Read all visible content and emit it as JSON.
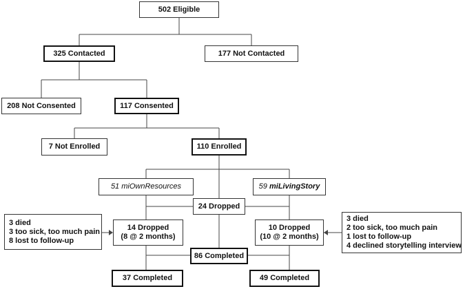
{
  "nodes": {
    "eligible": "502 Eligible",
    "contacted": "325 Contacted",
    "not_contacted": "177 Not Contacted",
    "not_consented": "208 Not Consented",
    "consented": "117 Consented",
    "not_enrolled": "7 Not Enrolled",
    "enrolled": "110 Enrolled",
    "arm_a": {
      "count": "51",
      "name": "miOwnResources"
    },
    "arm_b": {
      "count": "59",
      "name": "miLivingStory"
    },
    "total_dropped": "24 Dropped",
    "dropped_a": {
      "line1": "14 Dropped",
      "line2": "(8 @ 2 months)"
    },
    "dropped_b": {
      "line1": "10 Dropped",
      "line2": "(10 @ 2 months)"
    },
    "total_completed": "86 Completed",
    "completed_a": "37 Completed",
    "completed_b": "49 Completed"
  },
  "reasons_a": [
    "3 died",
    "3 too sick, too much pain",
    "8 lost to follow-up"
  ],
  "reasons_b": [
    "3 died",
    "2 too sick, too much pain",
    "1 lost to follow-up",
    "4 declined storytelling interview"
  ]
}
